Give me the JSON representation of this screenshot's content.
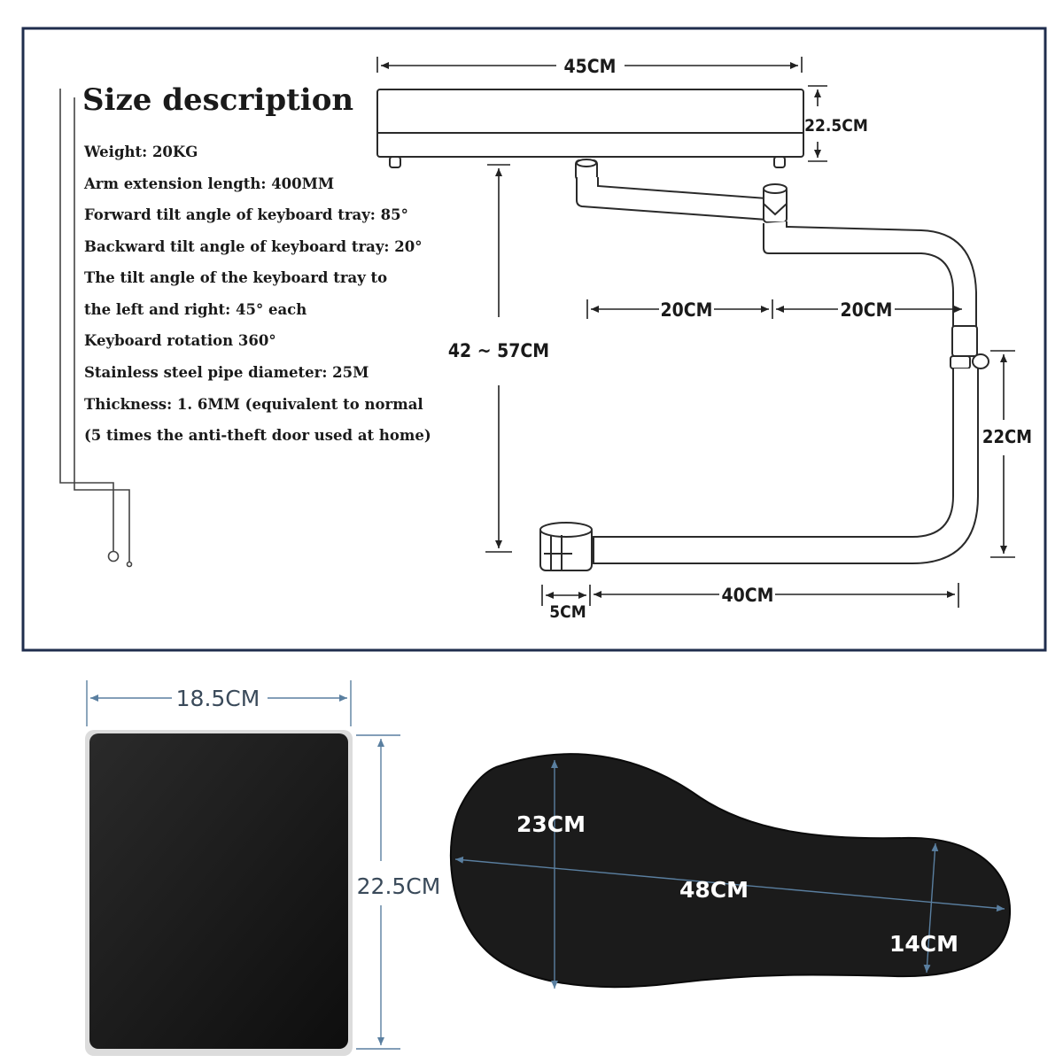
{
  "spec_panel": {
    "title": "Size description",
    "lines": [
      "Weight: 20KG",
      "Arm extension length: 400MM",
      "Forward tilt angle of keyboard tray: 85°",
      "Backward tilt angle of keyboard tray: 20°",
      "The tilt angle of the keyboard tray to",
      "the left and right: 45°   each",
      "Keyboard rotation 360°",
      "Stainless steel pipe diameter: 25M",
      "Thickness: 1. 6MM (equivalent to normal",
      "(5 times the anti-theft door used at home)"
    ]
  },
  "arm_dimensions": {
    "tray_width": "45CM",
    "tray_height": "22.5CM",
    "vertical_range": "42 ~ 57CM",
    "arm_segment_left": "20CM",
    "arm_segment_right": "20CM",
    "post_height": "22CM",
    "base_length": "40CM",
    "clamp_width": "5CM"
  },
  "mouse_pad": {
    "width": "18.5CM",
    "height": "22.5CM"
  },
  "wrist_rest": {
    "wide_end": "23CM",
    "length": "48CM",
    "narrow_end": "14CM"
  },
  "colors": {
    "frame_border": "#1f2d4d",
    "pad_black": "#141414",
    "dimension_blue": "#5a7fa0"
  }
}
